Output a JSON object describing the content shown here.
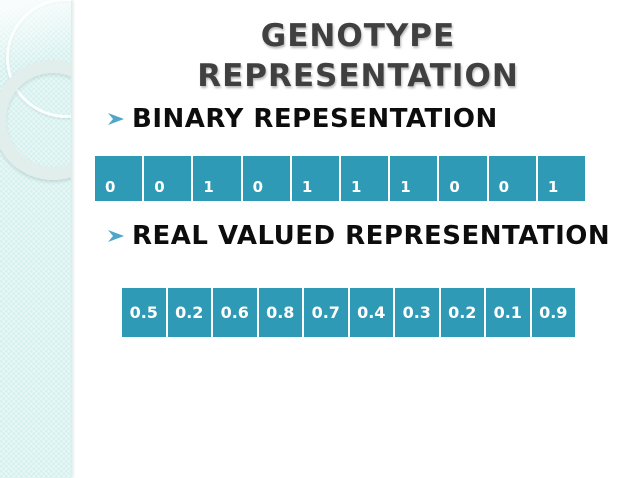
{
  "title": {
    "line1": "GENOTYPE",
    "line2": "REPRESENTATION"
  },
  "bullets": [
    {
      "icon": "arrowhead-right-bullet",
      "label": "BINARY REPESENTATION"
    },
    {
      "icon": "arrowhead-right-bullet",
      "label": "REAL VALUED REPRESENTATION"
    }
  ],
  "binary_row": {
    "values": [
      "0",
      "0",
      "1",
      "0",
      "1",
      "1",
      "1",
      "0",
      "0",
      "1"
    ]
  },
  "real_row": {
    "values": [
      "0.5",
      "0.2",
      "0.6",
      "0.8",
      "0.7",
      "0.4",
      "0.3",
      "0.2",
      "0.1",
      "0.9"
    ]
  },
  "colors": {
    "cell_fill": "#2F9AB5",
    "cell_text": "#FFFFFF",
    "sidebar_fill": "#D5F1EF",
    "title_text": "#404040",
    "body_text": "#0D0D0D",
    "bullet_arrow": "#4EA6C9"
  }
}
